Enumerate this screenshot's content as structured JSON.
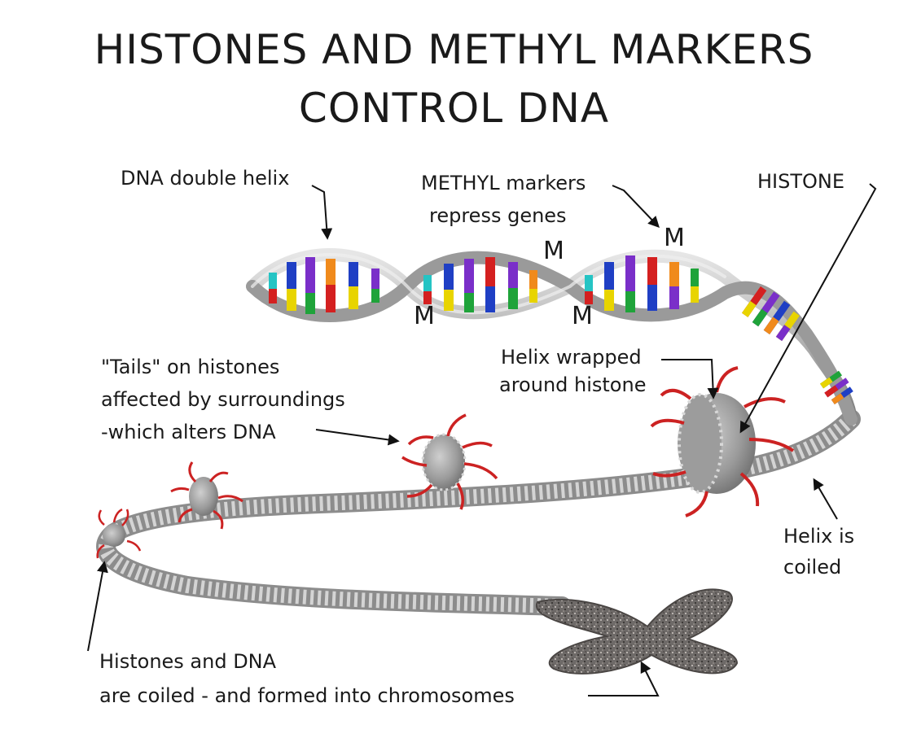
{
  "title": {
    "line1": "HISTONES AND METHYL MARKERS",
    "line2": "CONTROL DNA"
  },
  "labels": {
    "dna_double_helix": "DNA double helix",
    "methyl_line1": "METHYL markers",
    "methyl_line2": "repress genes",
    "histone": "HISTONE",
    "tails_line1": "\"Tails\" on histones",
    "tails_line2": "affected by surroundings",
    "tails_line3": "-which alters DNA",
    "wrapped_line1": "Helix wrapped",
    "wrapped_line2": "around histone",
    "coiled_line1": "Helix is",
    "coiled_line2": "coiled",
    "chromo_line1": "Histones and DNA",
    "chromo_line2": "are coiled - and formed into chromosomes"
  },
  "methyl_marker_letter": "M",
  "colors": {
    "background": "#ffffff",
    "strand": "#a9a9a9",
    "histone_tail": "#cc2222",
    "base_red": "#d42020",
    "base_blue": "#1f3fc4",
    "base_yellow": "#e8d400",
    "base_green": "#1fa33a",
    "base_purple": "#7a2fc9",
    "base_orange": "#f08a1c",
    "base_cyan": "#25c4c4",
    "chromosome": "#6e6a68"
  }
}
